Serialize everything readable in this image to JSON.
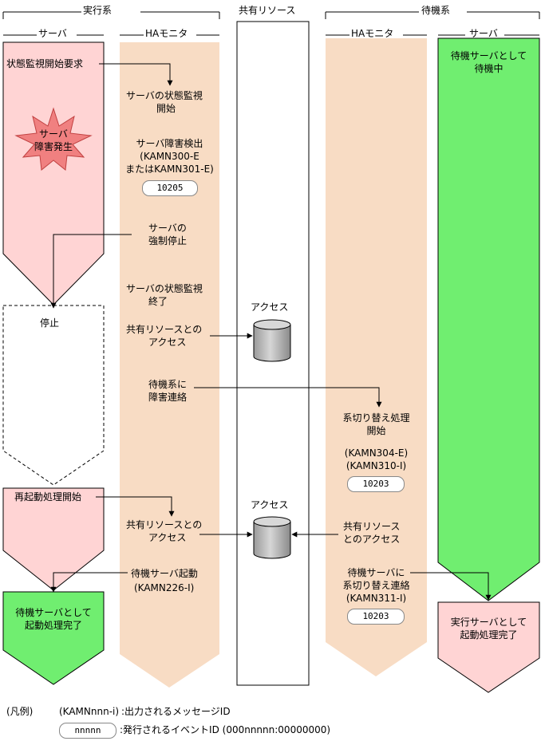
{
  "headers": {
    "active_system": "実行系",
    "shared_resource": "共有リソース",
    "standby_system": "待機系",
    "active_server": "サーバ",
    "active_ha_monitor": "HAモニタ",
    "standby_ha_monitor": "HAモニタ",
    "standby_server": "サーバ"
  },
  "active_server": {
    "start_request": "状態監視開始要求",
    "failure_burst": [
      "サーバ",
      "障害発生"
    ],
    "stopped": "停止",
    "restart_start": "再起動処理開始",
    "startup_complete": [
      "待機サーバとして",
      "起動処理完了"
    ]
  },
  "active_monitor": {
    "monitor_start": [
      "サーバの状態監視",
      "開始"
    ],
    "failure_detect": [
      "サーバ障害検出",
      "(KAMN300-E",
      "またはKAMN301-E)"
    ],
    "event_1": "10205",
    "force_stop": [
      "サーバの",
      "強制停止"
    ],
    "monitor_end": [
      "サーバの状態監視",
      "終了"
    ],
    "access_1": [
      "共有リソースとの",
      "アクセス"
    ],
    "notify_standby": [
      "待機系に",
      "障害連絡"
    ],
    "access_2": [
      "共有リソースとの",
      "アクセス"
    ],
    "standby_start": [
      "待機サーバ起動",
      "(KAMN226-I)"
    ]
  },
  "shared": {
    "access_label_1": "アクセス",
    "access_label_2": "アクセス"
  },
  "standby_monitor": {
    "switchover_start": [
      "系切り替え処理",
      "開始"
    ],
    "switchover_msgs": [
      "(KAMN304-E)",
      "(KAMN310-I)"
    ],
    "event_2": "10203",
    "access": [
      "共有リソース",
      "とのアクセス"
    ],
    "switchover_notify": [
      "待機サーバに",
      "系切り替え連絡",
      "(KAMN311-I)"
    ],
    "event_3": "10203"
  },
  "standby_server": {
    "waiting": [
      "待機サーバとして",
      "待機中"
    ],
    "run_complete": [
      "実行サーバとして",
      "起動処理完了"
    ]
  },
  "legend": {
    "title": "(凡例)",
    "msg_sample": "(KAMNnnn-i)",
    "msg_desc": ":出力されるメッセージID",
    "event_sample": "nnnnn",
    "event_desc": ":発行されるイベントID (000nnnnn:00000000)"
  },
  "colors": {
    "pink": "#ffd4d4",
    "peach": "#f8dcc4",
    "green": "#70ee70",
    "cylinder": "#bdbdbd",
    "burst": "#f08080"
  }
}
